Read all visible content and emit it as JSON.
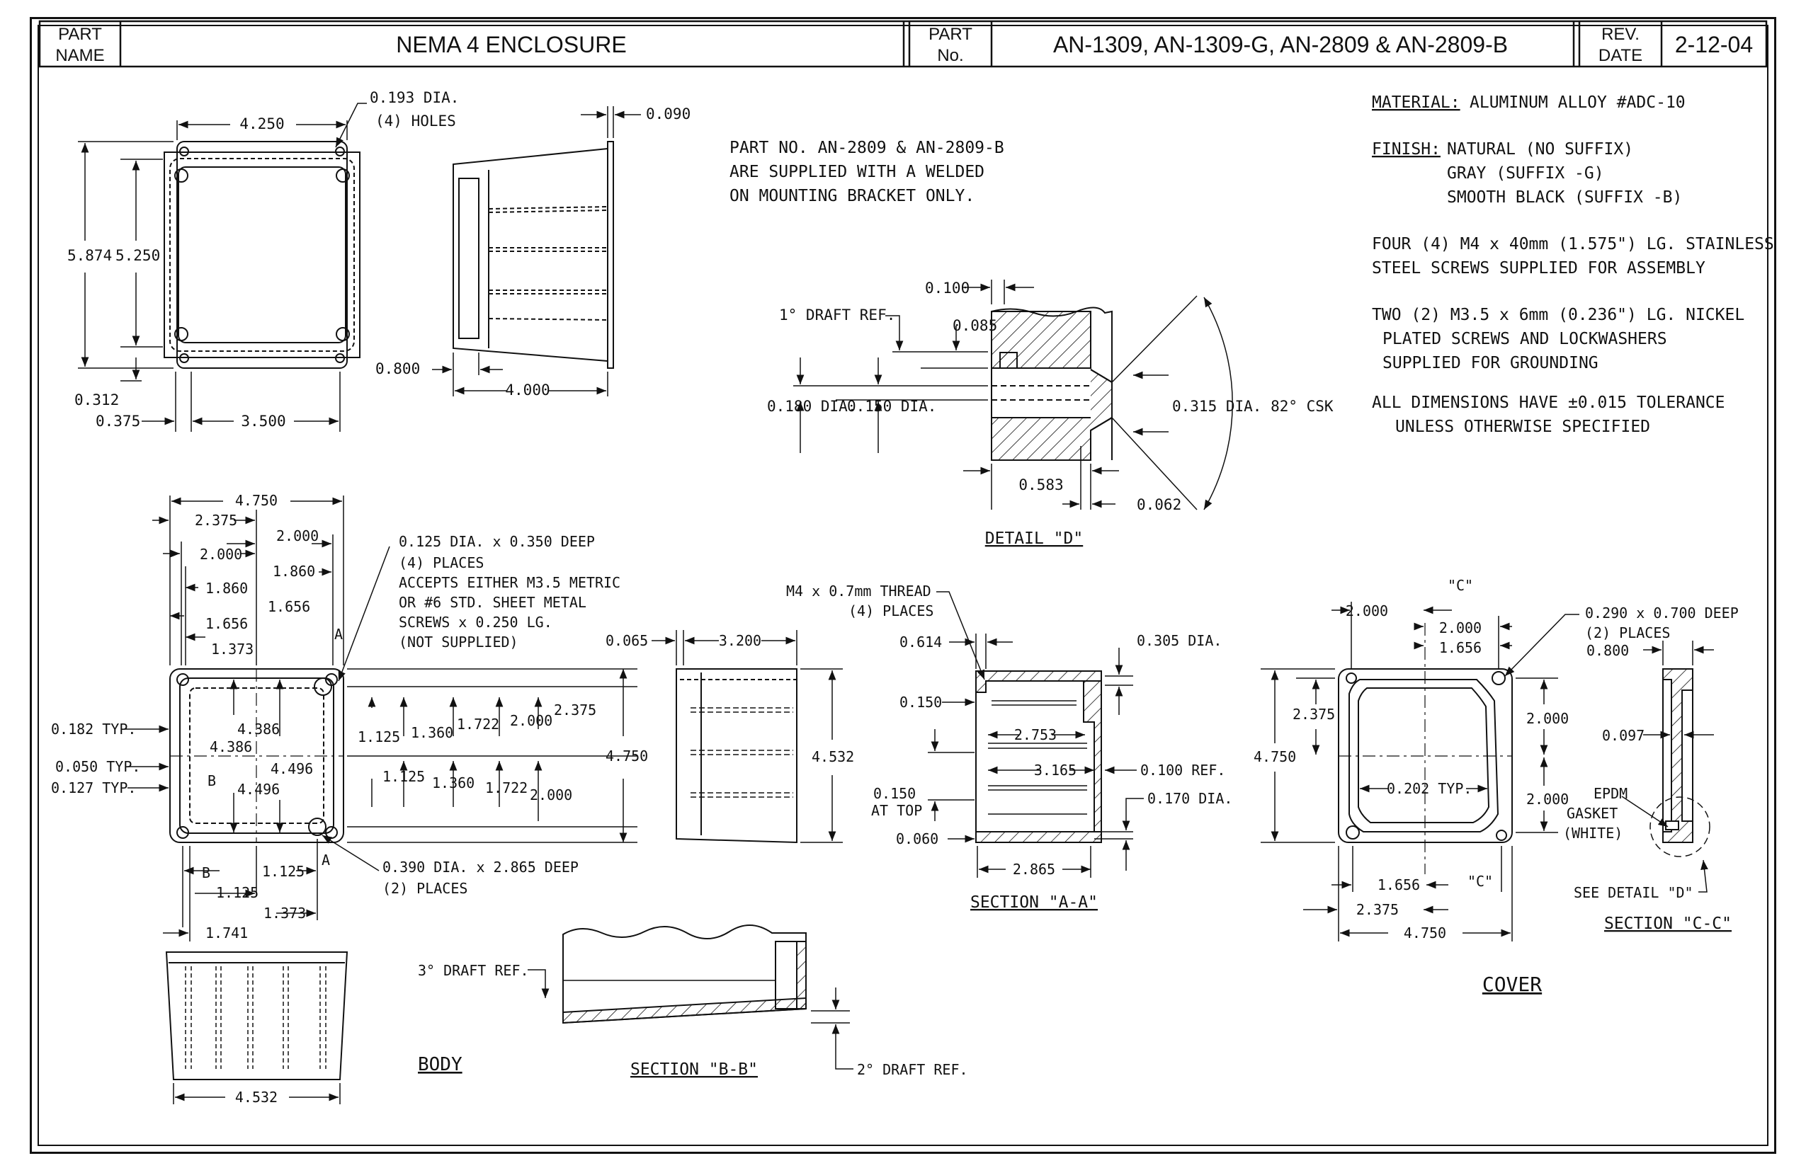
{
  "title_block": {
    "part_name_label_1": "PART",
    "part_name_label_2": "NAME",
    "part_name": "NEMA 4 ENCLOSURE",
    "part_no_label_1": "PART",
    "part_no_label_2": "No.",
    "part_no": "AN-1309, AN-1309-G, AN-2809 & AN-2809-B",
    "rev_label_1": "REV.",
    "rev_label_2": "DATE",
    "rev_date": "2-12-04"
  },
  "notes": {
    "material_label": "MATERIAL:",
    "material": "ALUMINUM ALLOY #ADC-10",
    "finish_label": "FINISH:",
    "finish_1": "NATURAL (NO SUFFIX)",
    "finish_2": "GRAY (SUFFIX -G)",
    "finish_3": "SMOOTH BLACK (SUFFIX -B)",
    "screws_1a": "FOUR (4) M4 x 40mm (1.575\") LG. STAINLESS",
    "screws_1b": "STEEL SCREWS SUPPLIED FOR ASSEMBLY",
    "screws_2a": "TWO (2) M3.5 x 6mm (0.236\") LG. NICKEL",
    "screws_2b": "PLATED SCREWS AND LOCKWASHERS",
    "screws_2c": "SUPPLIED FOR GROUNDING",
    "tol_1": "ALL DIMENSIONS HAVE ±0.015 TOLERANCE",
    "tol_2": "UNLESS OTHERWISE SPECIFIED",
    "bracket_1": "PART NO. AN-2809 & AN-2809-B",
    "bracket_2": "ARE SUPPLIED WITH A WELDED",
    "bracket_3": "ON MOUNTING BRACKET ONLY."
  },
  "top_view": {
    "d_width": "4.250",
    "d_holes_1": "0.193 DIA.",
    "d_holes_2": "(4) HOLES",
    "d_height_outer": "5.874",
    "d_height_inner": "5.250",
    "d_bottom": "0.312",
    "d_left": "0.375",
    "d_span": "3.500"
  },
  "side_view": {
    "d_flange": "0.090",
    "d_base": "0.800",
    "d_depth": "4.000"
  },
  "detail_d": {
    "title": "DETAIL \"D\"",
    "d_100": "0.100",
    "d_085": "0.085",
    "draft": "1° DRAFT REF.",
    "d_180": "0.180 DIA.",
    "d_150": "0.150 DIA.",
    "d_315": "0.315 DIA. 82° CSK",
    "d_583": "0.583",
    "d_062": "0.062"
  },
  "body_view": {
    "title": "BODY",
    "d_4750": "4.750",
    "d_2375": "2.375",
    "d_2000a": "2.000",
    "d_2000b": "2.000",
    "d_1860a": "1.860",
    "d_1860b": "1.860",
    "d_1656a": "1.656",
    "d_1656b": "1.656",
    "d_1373": "1.373",
    "d_182": "0.182 TYP.",
    "d_050": "0.050 TYP.",
    "d_127": "0.127 TYP.",
    "d_4386a": "4.386",
    "d_4386b": "4.386",
    "d_4496a": "4.496",
    "d_4496b": "4.496",
    "d_1125v1": "1.125",
    "d_1360v1": "1.360",
    "d_1722v1": "1.722",
    "d_2000v1": "2.000",
    "d_2375v": "2.375",
    "d_1125v2": "1.125",
    "d_1360v2": "1.360",
    "d_1722v2": "1.722",
    "d_2000v2": "2.000",
    "d_1125h1": "1.125",
    "d_1125h2": "1.125",
    "d_1373b": "1.373",
    "d_1741": "1.741",
    "d_4532": "4.532",
    "label_a": "A",
    "label_b": "B",
    "note1_1": "0.125 DIA. x 0.350 DEEP",
    "note1_2": "(4) PLACES",
    "note1_3": "ACCEPTS EITHER M3.5 METRIC",
    "note1_4": "OR #6 STD. SHEET METAL",
    "note1_5": "SCREWS x 0.250 LG.",
    "note1_6": "(NOT SUPPLIED)",
    "note2_1": "0.390 DIA. x 2.865 DEEP",
    "note2_2": "(2) PLACES"
  },
  "body_side": {
    "d_065": "0.065",
    "d_3200": "3.200",
    "d_4750": "4.750",
    "d_4532": "4.532"
  },
  "section_aa": {
    "title": "SECTION \"A-A\"",
    "thread_1": "M4 x 0.7mm THREAD",
    "thread_2": "(4) PLACES",
    "d_614": "0.614",
    "d_305": "0.305 DIA.",
    "d_150": "0.150",
    "d_2753": "2.753",
    "d_3165": "3.165",
    "d_100": "0.100 REF.",
    "d_170": "0.170 DIA.",
    "d_150top_1": "0.150",
    "d_150top_2": "AT TOP",
    "d_060": "0.060",
    "d_2865": "2.865"
  },
  "section_bb": {
    "title": "SECTION \"B-B\"",
    "draft3": "3° DRAFT REF.",
    "draft2": "2° DRAFT REF."
  },
  "cover_view": {
    "title": "COVER",
    "label_c": "\"C\"",
    "d_2000": "2.000",
    "d_2000b": "2.000",
    "d_1656": "1.656",
    "d_2375": "2.375",
    "d_4750v": "4.750",
    "d_202": "0.202 TYP.",
    "d_2000v1": "2.000",
    "d_2000v2": "2.000",
    "d_1656b": "1.656",
    "d_2375b": "2.375",
    "d_4750h": "4.750",
    "hole_1": "0.290 x 0.700 DEEP",
    "hole_2": "(2) PLACES"
  },
  "section_cc": {
    "title": "SECTION \"C-C\"",
    "d_800": "0.800",
    "d_097": "0.097",
    "gasket_1": "EPDM",
    "gasket_2": "GASKET",
    "gasket_3": "(WHITE)",
    "see_detail": "SEE DETAIL \"D\""
  }
}
